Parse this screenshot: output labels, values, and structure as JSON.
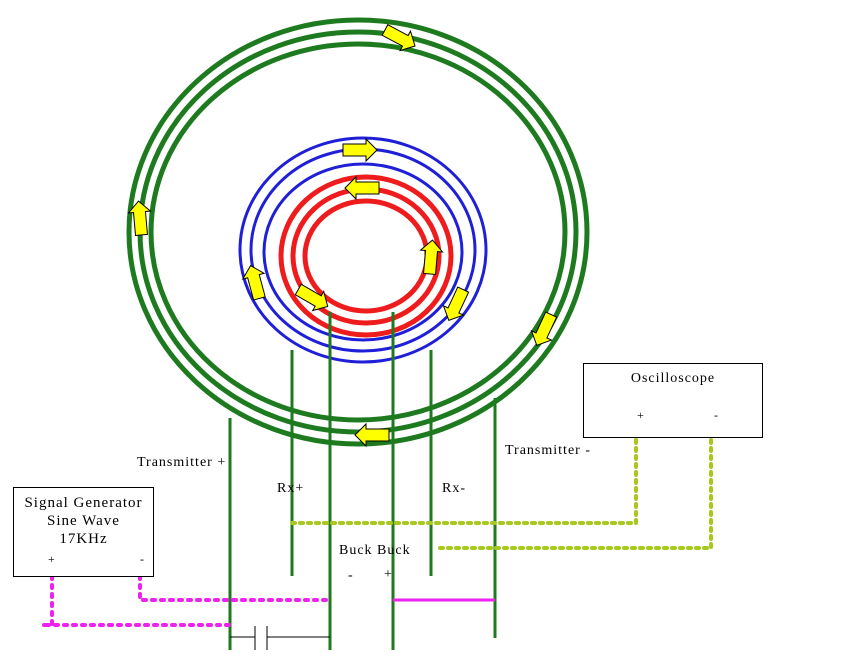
{
  "title": "Transmitter / receiver coil test setup",
  "labels": {
    "transmitter_plus": "Transmitter +",
    "transmitter_minus": "Transmitter -",
    "rx_plus": "Rx+",
    "rx_minus": "Rx-",
    "buck_buck": "Buck Buck",
    "buck_minus": "-",
    "buck_plus": "+"
  },
  "signal_generator": {
    "line1": "Signal Generator",
    "line2": "Sine Wave",
    "line3": "17KHz",
    "plus": "+",
    "minus": "-"
  },
  "oscilloscope": {
    "title": "Oscilloscope",
    "plus": "+",
    "minus": "-"
  },
  "colors": {
    "transmitter_coil": "#1e7a1e",
    "rx_coil": "#1f1fd8",
    "buck_coil": "#ee1c1c",
    "arrow": "#ffff00",
    "scope_wire": "#a8c81e",
    "generator_wire": "#ee22ee"
  }
}
